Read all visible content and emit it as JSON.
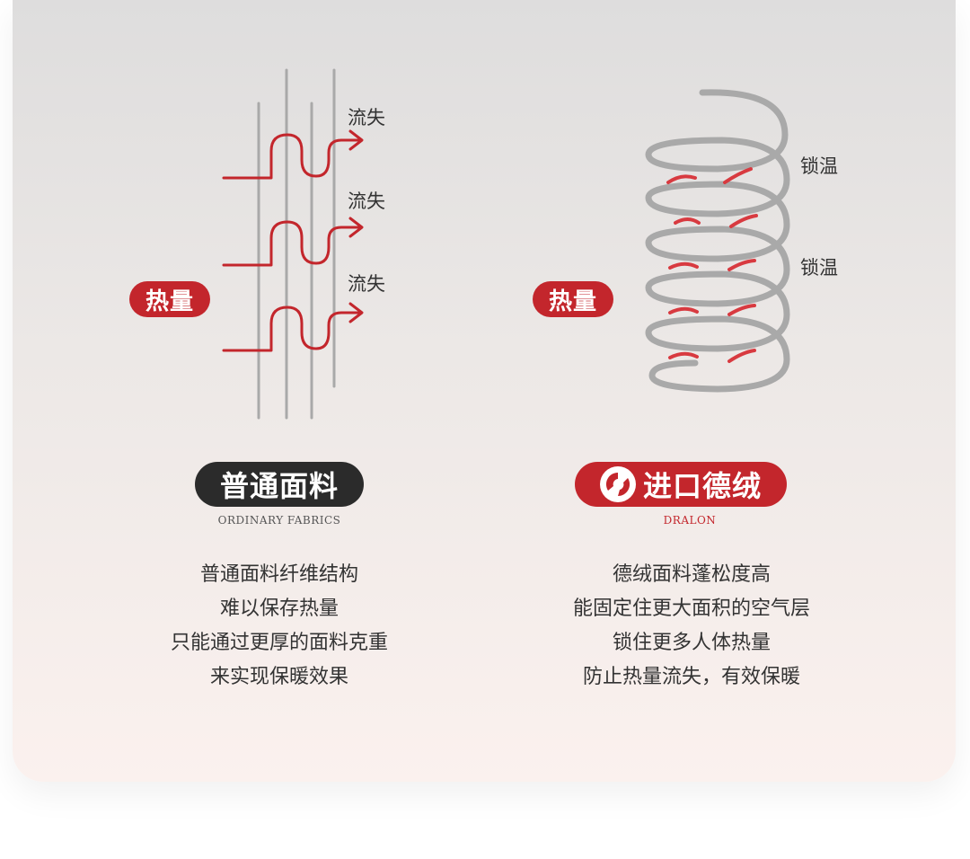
{
  "left": {
    "heat_badge": "热量",
    "loss_labels": [
      "流失",
      "流失",
      "流失"
    ],
    "title": "普通面料",
    "subtitle": "ORDINARY FABRICS",
    "description": [
      "普通面料纤维结构",
      "难以保存热量",
      "只能通过更厚的面料克重",
      "来实现保暖效果"
    ]
  },
  "right": {
    "heat_badge": "热量",
    "lock_labels": [
      "锁温",
      "锁温"
    ],
    "title": "进口德绒",
    "subtitle": "DRALON",
    "description": [
      "德绒面料蓬松度高",
      "能固定住更大面积的空气层",
      "锁住更多人体热量",
      "防止热量流失，有效保暖"
    ]
  },
  "colors": {
    "accent_red": "#c3262c",
    "dark": "#2b2b2b",
    "fiber_gray": "#a9a9a9"
  },
  "icons": {
    "left_diagram": "fiber-heat-loss-diagram",
    "right_diagram": "spring-coil-heat-lock-diagram",
    "brand_logo": "dralon-logo-icon"
  }
}
